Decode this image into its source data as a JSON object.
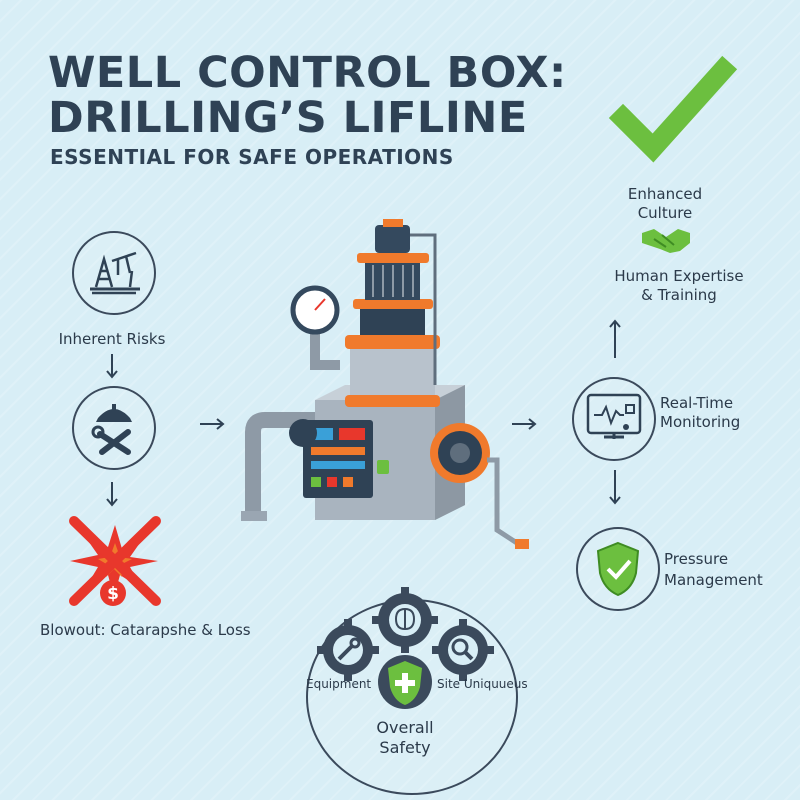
{
  "header": {
    "title_line1": "WELL CONTROL BOX:",
    "title_line2": "DRILLING’S LIFLINE",
    "subtitle": "ESSENTIAL FOR SAFE OPERATIONS"
  },
  "left_flow": {
    "risks_label": "Inherent Risks",
    "blowout_label": "Blowout: Catarapshe & Loss"
  },
  "right_flow": {
    "culture_label_1": "Enhanced",
    "culture_label_2": "Culture",
    "expertise_label_1": "Human Expertise",
    "expertise_label_2": "& Training",
    "monitoring_label_1": "Real-Time",
    "monitoring_label_2": "Monitoring",
    "pressure_label_1": "Pressure",
    "pressure_label_2": "Management"
  },
  "safety_cluster": {
    "equipment_label": "Equipment",
    "site_label": "Site Uniquueus",
    "overall_label_1": "Overall",
    "overall_label_2": "Safety"
  },
  "colors": {
    "background": "#d8eef6",
    "navy": "#2f4255",
    "orange": "#f07a2c",
    "green": "#6cbf3f",
    "red": "#e8372c"
  },
  "icons": [
    "oil-rig-icon",
    "worker-tools-icon",
    "blowout-warning-icon",
    "dollar-icon",
    "check-mark-icon",
    "handshake-icon",
    "monitor-icon",
    "shield-check-icon",
    "wrench-gear-icon",
    "brain-gear-icon",
    "magnifier-gear-icon",
    "medical-shield-icon",
    "wellhead-machine-icon"
  ]
}
